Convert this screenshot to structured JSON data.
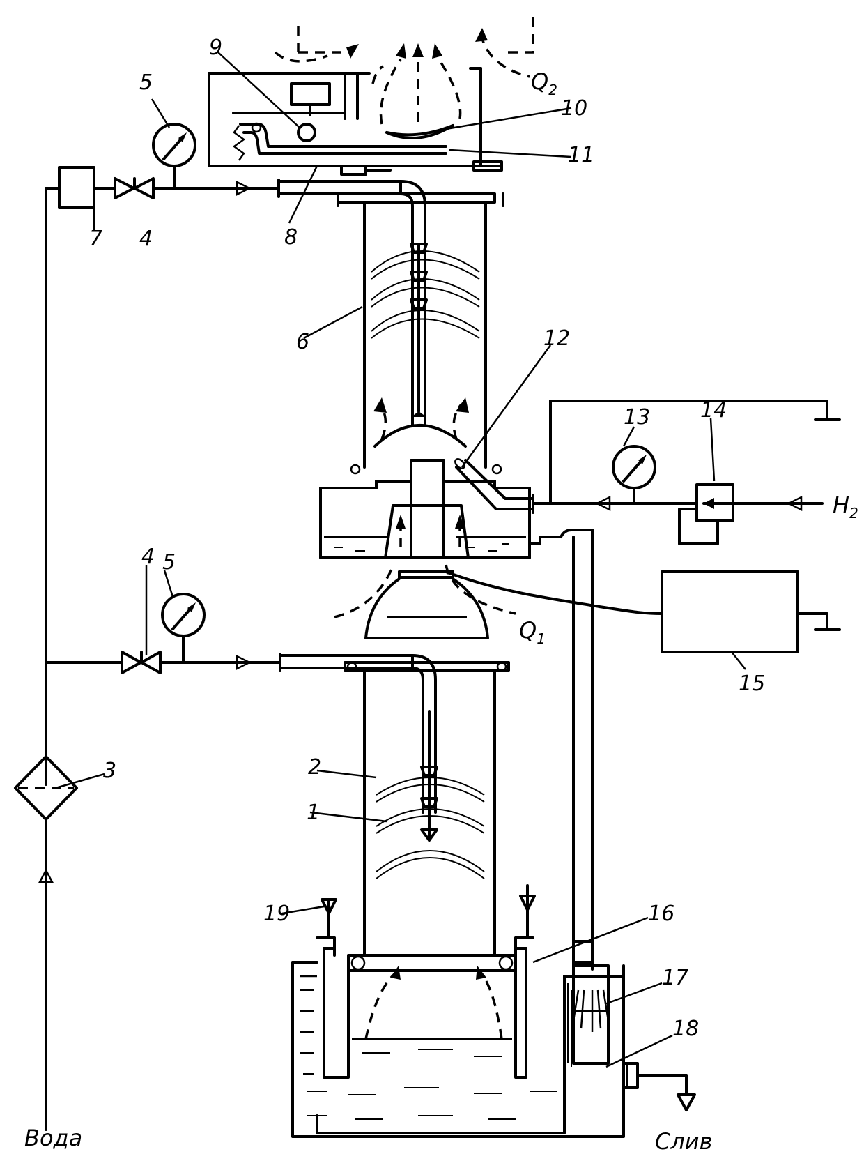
{
  "labels": {
    "n1": "1",
    "n2": "2",
    "n3": "3",
    "n4a": "4",
    "n4b": "4",
    "n5a": "5",
    "n5b": "5",
    "n6": "6",
    "n7": "7",
    "n8": "8",
    "n9": "9",
    "n10": "10",
    "n11": "11",
    "n12": "12",
    "n13": "13",
    "n14": "14",
    "n15": "15",
    "n16": "16",
    "n17": "17",
    "n18": "18",
    "n19": "19"
  },
  "flows": {
    "q1_main": "Q",
    "q1_sub": "1",
    "q2_main": "Q",
    "q2_sub": "2",
    "h2_main": "H",
    "h2_sub": "2"
  },
  "text": {
    "water": "Вода",
    "drain": "Слив"
  }
}
